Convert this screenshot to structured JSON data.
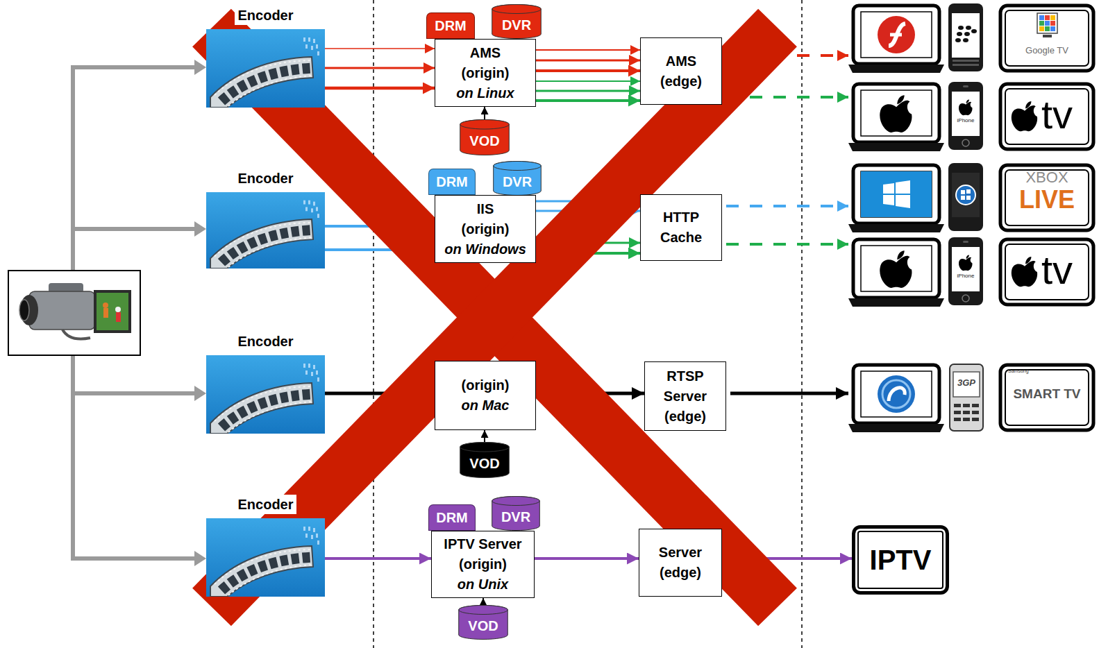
{
  "diagram": {
    "nodes": [
      {
        "text": [
          "Encoder"
        ]
      },
      {
        "text": [
          "DRM"
        ]
      },
      {
        "text": [
          "DVR"
        ]
      },
      {
        "text": [
          "AMS (origin)",
          "on Linux"
        ]
      },
      {
        "text": [
          "VOD"
        ]
      },
      {
        "text": [
          "AMS (edge)"
        ]
      },
      {
        "text": [
          "Encoder"
        ]
      },
      {
        "text": [
          "DRM"
        ]
      },
      {
        "text": [
          "DVR"
        ]
      },
      {
        "text": [
          "IIS (origin)",
          "on Windows"
        ]
      },
      {
        "text": [
          "HTTP Cache"
        ]
      },
      {
        "text": [
          "Encoder"
        ]
      },
      {
        "text": [
          "(origin)",
          "on Mac"
        ]
      },
      {
        "text": [
          "RTSP Server (edge)"
        ]
      },
      {
        "text": [
          "VOD"
        ]
      },
      {
        "text": [
          "Encoder"
        ]
      },
      {
        "text": [
          "DRM"
        ]
      },
      {
        "text": [
          "DVR"
        ]
      },
      {
        "text": [
          "IPTV Server (origin)",
          "on Unix"
        ]
      },
      {
        "text": [
          "Server (edge)"
        ]
      },
      {
        "text": [
          "VOD"
        ]
      },
      {
        "text": [
          "IPTV"
        ]
      }
    ],
    "edges": [
      {
        "from": 0,
        "to": 3,
        "arrow": "to"
      },
      {
        "from": 0,
        "to": 3,
        "arrow": "to"
      },
      {
        "from": 0,
        "to": 3,
        "arrow": "to"
      },
      {
        "from": 3,
        "to": 5,
        "arrow": "to"
      },
      {
        "from": 3,
        "to": 5,
        "arrow": "to"
      },
      {
        "from": 3,
        "to": 5,
        "arrow": "to"
      },
      {
        "from": 3,
        "to": 5,
        "arrow": "to"
      },
      {
        "from": 3,
        "to": 5,
        "arrow": "to"
      },
      {
        "from": 3,
        "to": 5,
        "arrow": "to"
      },
      {
        "from": 4,
        "to": 3,
        "arrow": "to"
      },
      {
        "from": 6,
        "to": 9,
        "arrow": "to"
      },
      {
        "from": 6,
        "to": 9,
        "arrow": "to"
      },
      {
        "from": 9,
        "to": 10,
        "arrow": "to"
      },
      {
        "from": 9,
        "to": 10,
        "arrow": "to"
      },
      {
        "from": 9,
        "to": 10,
        "arrow": "to"
      },
      {
        "from": 9,
        "to": 10,
        "arrow": "to"
      },
      {
        "from": 11,
        "to": 12,
        "arrow": "to"
      },
      {
        "from": 12,
        "to": 13,
        "arrow": "to"
      },
      {
        "from": 14,
        "to": 12,
        "arrow": "to"
      },
      {
        "from": 15,
        "to": 18,
        "arrow": "to"
      },
      {
        "from": 18,
        "to": 19,
        "arrow": "to"
      },
      {
        "from": 19,
        "to": 21,
        "arrow": "to"
      },
      {
        "from": 20,
        "to": 18,
        "arrow": "to"
      }
    ],
    "labels": [
      "Google TV",
      "iPhone",
      "tv",
      "XBOX",
      "LIVE",
      "iPhone",
      "tv",
      "3GP",
      "Samsung",
      "SMART TV"
    ]
  }
}
